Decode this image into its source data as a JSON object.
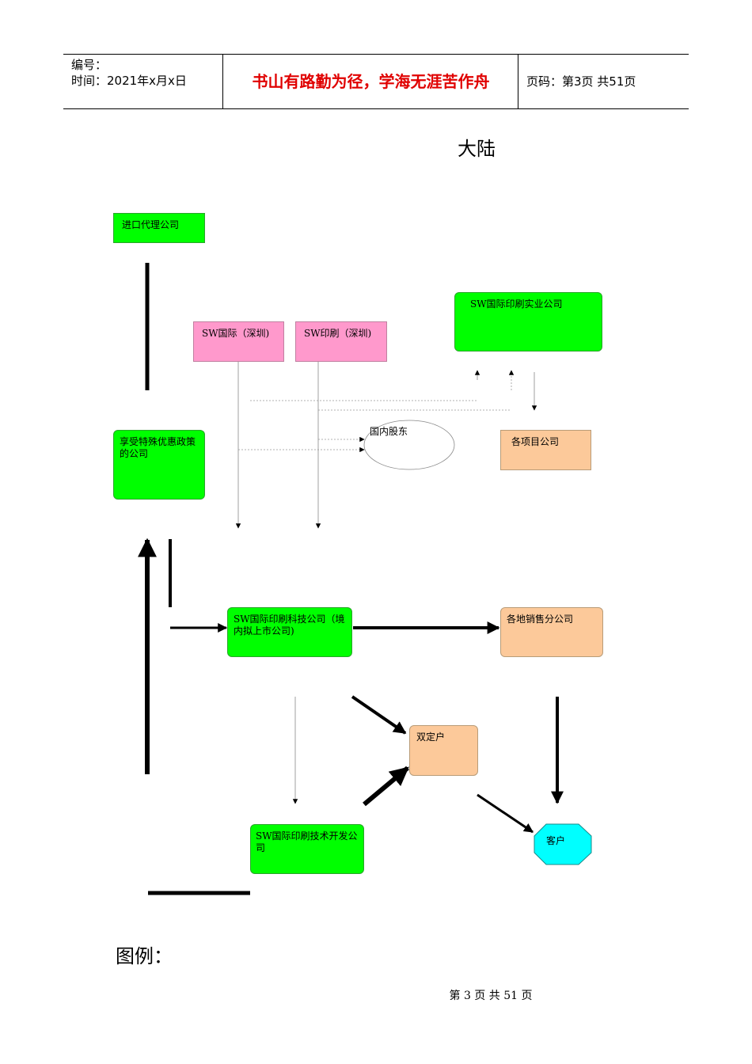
{
  "header": {
    "number_label": "编号：",
    "time_label": "时间：2021年x月x日",
    "motto": "书山有路勤为径，学海无涯苦作舟",
    "page_info": "页码：第3页  共51页"
  },
  "title": "大陆",
  "nodes": {
    "import_agent": "进口代理公司",
    "sw_shenzhen": "SW国际（深圳)",
    "sw_print_shenzhen": "SW印刷（深圳)",
    "sw_industrial": "SW国际印刷实业公司",
    "preferential": "享受特殊优惠政策的公司",
    "domestic_shareholders": "国内股东",
    "project_companies": "各项目公司",
    "sw_tech": "SW国际印刷科技公司（境内拟上市公司)",
    "sales_branches": "各地销售分公司",
    "dual_account": "双定户",
    "sw_dev": "SW国际印刷技术开发公司",
    "customer": "客户"
  },
  "colors": {
    "green": "#00ff00",
    "pink": "#ff99cc",
    "peach": "#fcc99a",
    "cyan": "#00ffff",
    "motto_red": "#e00000"
  },
  "legend_label": "图例：",
  "footer": "第 3 页 共 51 页"
}
